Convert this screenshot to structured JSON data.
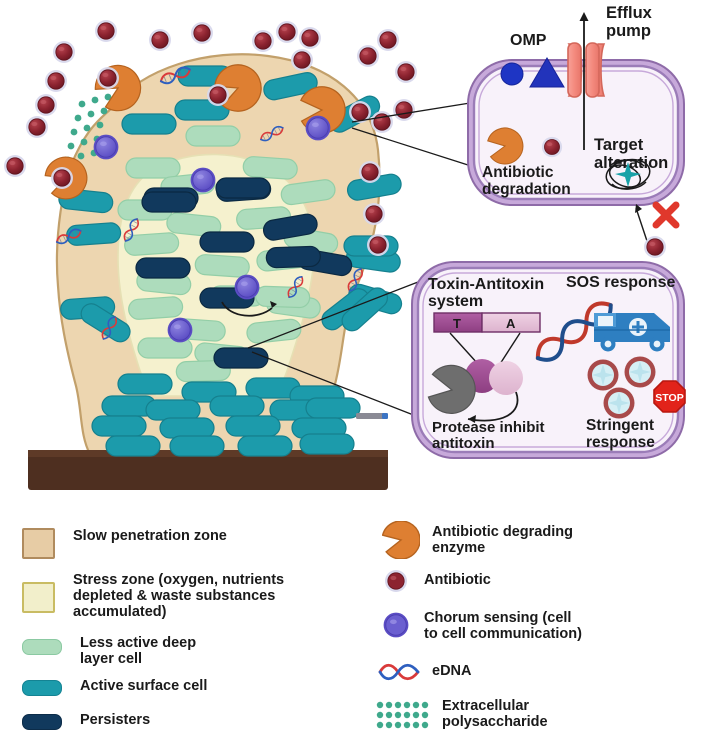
{
  "figure": {
    "type": "biofilm-antibiotic-resistance-diagram",
    "title": "",
    "substrate_label": ""
  },
  "inset_top": {
    "name": "bacterial-cell-resistance-mechanisms",
    "labels": {
      "omp": "OMP",
      "efflux_pump": "Efflux\npump",
      "efflux_pump_line1": "Efflux",
      "efflux_pump_line2": "pump",
      "target_alteration_line1": "Target",
      "target_alteration_line2": "alteration",
      "antibiotic_degradation_line1": "Antibiotic",
      "antibiotic_degradation_line2": "degradation"
    },
    "icons": {
      "omp_circle": "omp-circle-icon",
      "omp_triangle": "omp-triangle-icon",
      "efflux_pump": "efflux-pump-icon",
      "enzyme": "pacman-enzyme-icon",
      "antibiotic": "antibiotic-icon",
      "target": "chromosome-target-icon",
      "blocked": "red-x-icon"
    }
  },
  "inset_bottom": {
    "name": "persister-dormancy-mechanisms",
    "labels": {
      "toxin_antitoxin_line1": "Toxin-Antitoxin",
      "toxin_antitoxin_line2": "system",
      "toxin_box": "T",
      "antitoxin_box": "A",
      "protease_line1": "Protease inhibit",
      "protease_line2": "antitoxin",
      "sos_response": "SOS response",
      "stringent_line1": "Stringent",
      "stringent_line2": "response",
      "stop_sign": "STOP"
    },
    "icons": {
      "dna": "dna-helix-icon",
      "ambulance": "ambulance-repair-icon",
      "ribosome": "ribosome-icon",
      "stop": "stop-sign-icon",
      "protease": "grey-pacman-protease-icon"
    }
  },
  "legend": {
    "left_items": [
      {
        "id": "slow-penetration-zone",
        "swatch": "square",
        "color": "#E7CCA5",
        "border": "#B08B5E",
        "lines": [
          "Slow penetration zone"
        ]
      },
      {
        "id": "stress-zone",
        "swatch": "square",
        "color": "#F2EFCB",
        "border": "#C9BC63",
        "lines": [
          "Stress zone (oxygen, nutrients",
          "depleted & waste substances",
          "accumulated)"
        ]
      },
      {
        "id": "less-active-deep-layer-cell",
        "swatch": "rod",
        "color": "#ADDCBC",
        "border": "#8BC9A2",
        "lines": [
          "Less active deep",
          "layer cell"
        ]
      },
      {
        "id": "active-surface-cell",
        "swatch": "rod",
        "color": "#1C9BAB",
        "border": "#148393",
        "lines": [
          "Active surface cell"
        ]
      },
      {
        "id": "persisters",
        "swatch": "rod",
        "color": "#11395D",
        "border": "#0C2C49",
        "lines": [
          "Persisters"
        ]
      }
    ],
    "right_items": [
      {
        "id": "antibiotic-degrading-enzyme",
        "swatch": "pacman",
        "color": "#DE7F32",
        "lines": [
          "Antibiotic degrading",
          "enzyme"
        ]
      },
      {
        "id": "antibiotic",
        "swatch": "antibiotic",
        "color": "#8C2330",
        "lines": [
          "Antibiotic"
        ]
      },
      {
        "id": "quorum-sensing",
        "swatch": "spiky",
        "color": "#6B5FD0",
        "lines": [
          "Chorum sensing (cell",
          "to cell communication)"
        ]
      },
      {
        "id": "edna",
        "swatch": "dna",
        "color": "#D93A3A",
        "lines": [
          "eDNA"
        ]
      },
      {
        "id": "extracellular-polysaccharide",
        "swatch": "dots",
        "color": "#3FA98C",
        "lines": [
          "Extracellular",
          "polysaccharide"
        ]
      }
    ]
  },
  "colors": {
    "slow_zone_fill": "#EDD6B0",
    "slow_zone_stroke": "#C2A06B",
    "stress_zone_fill": "#F5F1CE",
    "stress_zone_stroke": "#E3DCAE",
    "deep_cell": "#ADDCBC",
    "surface_cell": "#1C9BAB",
    "persister_cell": "#11395D",
    "enzyme_orange": "#DE7F32",
    "antibiotic_red": "#8C2330",
    "antibiotic_halo": "#CFCFE8",
    "quorum_purple": "#6B5FD0",
    "eps_green": "#3FA98C",
    "substrate_brown": "#4E2F20",
    "membrane_outer": "#9B7CB8",
    "membrane_inner": "#C7A9DA",
    "cell_interior": "#F8F2FA",
    "efflux_coral": "#F48A7E",
    "omp_blue": "#1E35C4",
    "red_x": "#E0382C",
    "toxin_purple": "#A14F94",
    "antitoxin_pink": "#E9C7DC",
    "ambulance_blue": "#2E7FC1",
    "stop_red": "#E2231A",
    "ribosome_outline": "#A84A4A",
    "ribosome_fill": "#D6EFF5"
  }
}
